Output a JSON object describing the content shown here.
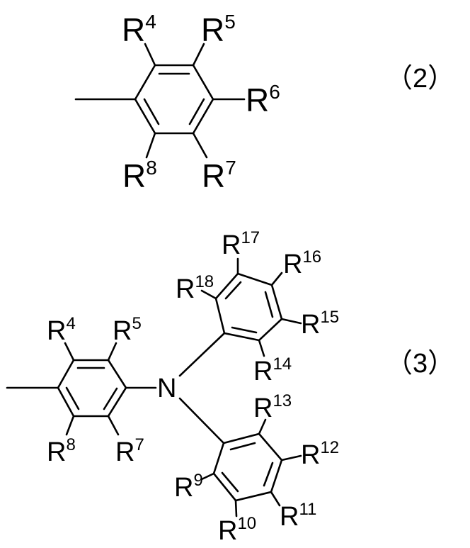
{
  "formula2": {
    "number": "（2）",
    "labels": {
      "r4": {
        "letter": "R",
        "sup": "4"
      },
      "r5": {
        "letter": "R",
        "sup": "5"
      },
      "r6": {
        "letter": "R",
        "sup": "6"
      },
      "r7": {
        "letter": "R",
        "sup": "7"
      },
      "r8": {
        "letter": "R",
        "sup": "8"
      }
    }
  },
  "formula3": {
    "number": "（3）",
    "nitrogen": "N",
    "labels": {
      "r4": {
        "letter": "R",
        "sup": "4"
      },
      "r5": {
        "letter": "R",
        "sup": "5"
      },
      "r7": {
        "letter": "R",
        "sup": "7"
      },
      "r8": {
        "letter": "R",
        "sup": "8"
      },
      "r9": {
        "letter": "R",
        "sup": "9"
      },
      "r10": {
        "letter": "R",
        "sup": "10"
      },
      "r11": {
        "letter": "R",
        "sup": "11"
      },
      "r12": {
        "letter": "R",
        "sup": "12"
      },
      "r13": {
        "letter": "R",
        "sup": "13"
      },
      "r14": {
        "letter": "R",
        "sup": "14"
      },
      "r15": {
        "letter": "R",
        "sup": "15"
      },
      "r16": {
        "letter": "R",
        "sup": "16"
      },
      "r17": {
        "letter": "R",
        "sup": "17"
      },
      "r18": {
        "letter": "R",
        "sup": "18"
      }
    }
  }
}
